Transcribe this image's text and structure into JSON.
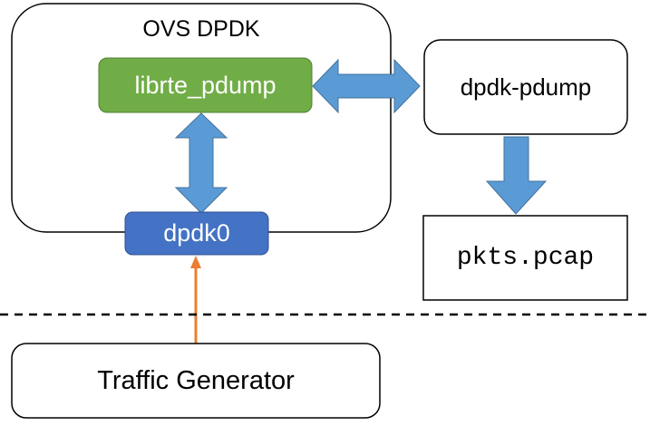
{
  "diagram": {
    "container": {
      "title": "OVS DPDK"
    },
    "nodes": {
      "librte_pdump": "librte_pdump",
      "dpdk0": "dpdk0",
      "dpdk_pdump": "dpdk-pdump",
      "pkts_pcap": "pkts.pcap",
      "traffic_generator": "Traffic Generator"
    },
    "colors": {
      "green_box": "#70ad47",
      "blue_box": "#4472c4",
      "arrow_blue": "#5b9bd5",
      "arrow_orange": "#ed7d31",
      "border": "#000000"
    }
  }
}
